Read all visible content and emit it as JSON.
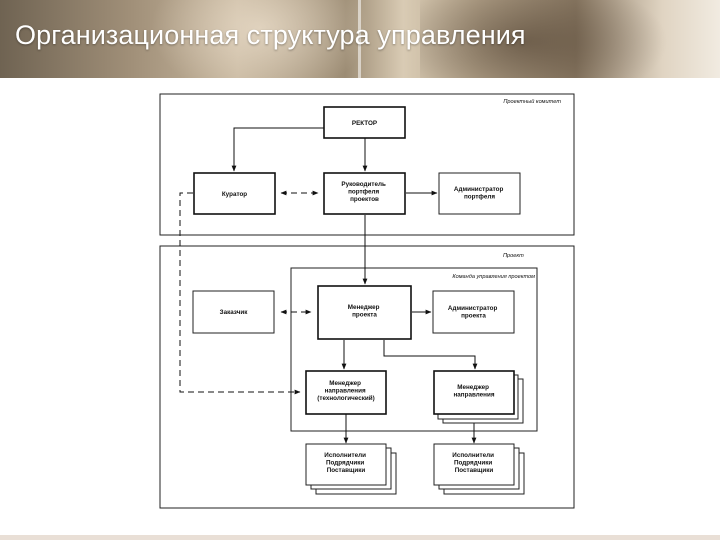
{
  "title": "Организационная структура управления",
  "diagram": {
    "zones": {
      "project_committee": "Проектный комитет",
      "project": "Проект",
      "management_team": "Команда управления проектом"
    },
    "nodes": {
      "rector": [
        "РЕКТОР"
      ],
      "curator": [
        "Куратор"
      ],
      "portfolio_head": [
        "Руководитель",
        "портфеля",
        "проектов"
      ],
      "portfolio_admin": [
        "Администратор",
        "портфеля"
      ],
      "customer": [
        "Заказчик"
      ],
      "project_manager": [
        "Менеджер",
        "проекта"
      ],
      "project_admin": [
        "Администратор",
        "проекта"
      ],
      "direction_manager_tech": [
        "Менеджер",
        "направления",
        "(технологический)"
      ],
      "direction_manager": [
        "Менеджер",
        "направления"
      ],
      "executors_left": [
        "Исполнители",
        "Подрядчики",
        "Поставщики"
      ],
      "executors_right": [
        "Исполнители",
        "Подрядчики",
        "Поставщики"
      ]
    }
  }
}
